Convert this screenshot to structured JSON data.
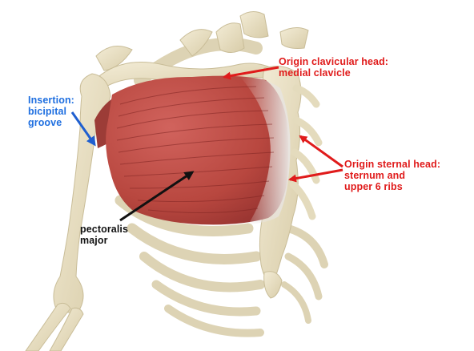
{
  "labels": {
    "insertion": "Insertion:\nbicipital\ngroove",
    "origin_clavicular": "Origin clavicular head:\nmedial clavicle",
    "origin_sternal": "Origin sternal head:\nsternum and\nupper 6 ribs",
    "muscle": "pectoralis\nmajor"
  },
  "colors": {
    "insertion_text": "#1f6fe0",
    "origin_text": "#e01b1b",
    "muscle_text": "#111111",
    "bone": "#ebe3c9",
    "bone_shadow": "#c9bd98",
    "muscle": "#c0504b",
    "muscle_dark": "#8e2e2c"
  }
}
